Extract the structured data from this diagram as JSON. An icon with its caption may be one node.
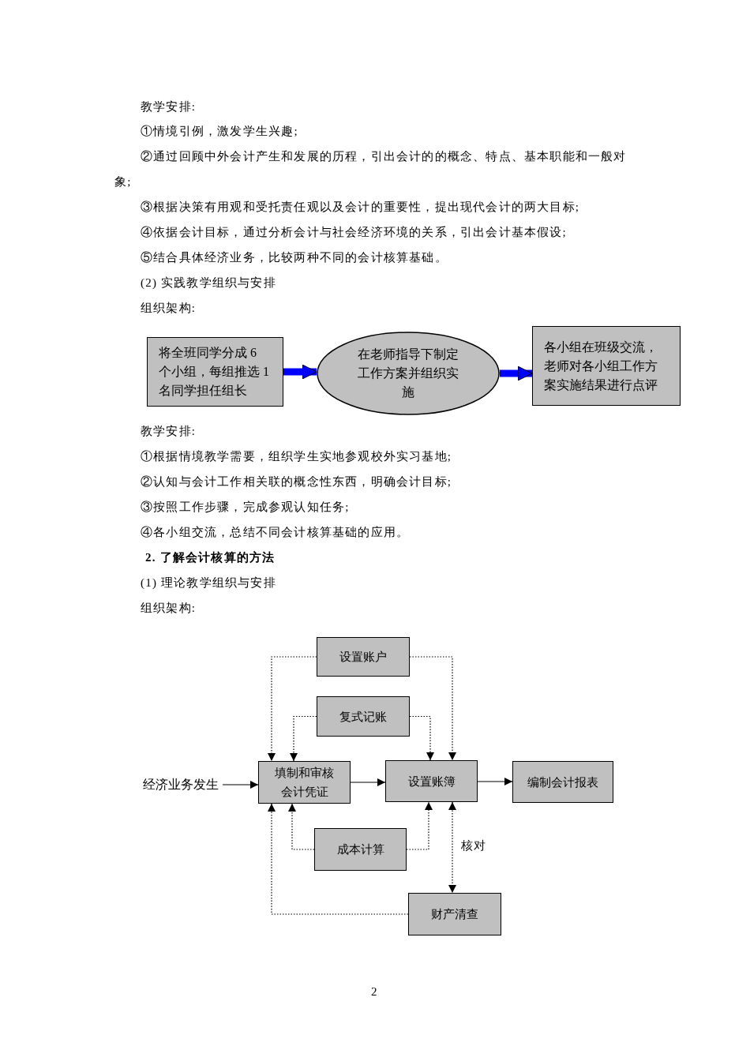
{
  "diagram": {
    "nodes": [
      {
        "text": [
          "将全班同学分成 6 个小组，每组推选 1 名同学担任组长"
        ]
      },
      {
        "text": [
          "在老师指导下制定工作方案并组织实施"
        ]
      },
      {
        "text": [
          "各小组在班级交流，老师对各小组工作方案实施结果进行点评"
        ]
      },
      {
        "text": [
          "经济业务发生"
        ]
      },
      {
        "text": [
          "填制和审核会计凭证"
        ]
      },
      {
        "text": [
          "设置账户"
        ]
      },
      {
        "text": [
          "复式记账"
        ]
      },
      {
        "text": [
          "设置账簿"
        ]
      },
      {
        "text": [
          "编制会计报表"
        ]
      },
      {
        "text": [
          "成本计算"
        ]
      },
      {
        "text": [
          "财产清查"
        ]
      }
    ],
    "edges": [
      {
        "from": 0,
        "to": 1,
        "arrow": "to",
        "style": "thick",
        "color": "#0000ff"
      },
      {
        "from": 1,
        "to": 2,
        "arrow": "to",
        "style": "thick",
        "color": "#0000ff"
      },
      {
        "from": 3,
        "to": 4,
        "arrow": "to"
      },
      {
        "from": 4,
        "to": 7,
        "arrow": "to"
      },
      {
        "from": 7,
        "to": 8,
        "arrow": "to"
      },
      {
        "from": 5,
        "to": 4,
        "arrow": "to",
        "style": "dashed"
      },
      {
        "from": 5,
        "to": 7,
        "arrow": "to",
        "style": "dashed"
      },
      {
        "from": 6,
        "to": 4,
        "arrow": "to",
        "style": "dashed"
      },
      {
        "from": 6,
        "to": 7,
        "arrow": "to",
        "style": "dashed"
      },
      {
        "from": 9,
        "to": 4,
        "arrow": "to",
        "style": "dashed"
      },
      {
        "from": 9,
        "to": 7,
        "arrow": "to",
        "style": "dashed"
      },
      {
        "from": 10,
        "to": 4,
        "arrow": "to",
        "style": "dashed"
      },
      {
        "from": 7,
        "to": 10,
        "arrow": "both",
        "style": "dashed",
        "label": "核对"
      }
    ],
    "labels": [
      "教学安排:",
      "①情境引例，激发学生兴趣;",
      "②通过回顾中外会计产生和发展的历程，引出会计的的概念、特点、基本职能和一般对象;",
      "③根据决策有用观和受托责任观以及会计的重要性，提出现代会计的两大目标;",
      "④依据会计目标，通过分析会计与社会经济环境的关系，引出会计基本假设;",
      "⑤结合具体经济业务，比较两种不同的会计核算基础。",
      "(2) 实践教学组织与安排",
      "组织架构:",
      "教学安排:",
      "①根据情境教学需要，组织学生实地参观校外实习基地;",
      "②认知与会计工作相关联的概念性东西，明确会计目标;",
      "③按照工作步骤，完成参观认知任务;",
      "④各小组交流，总结不同会计核算基础的应用。",
      "2. 了解会计核算的方法",
      "(1) 理论教学组织与安排",
      "组织架构:",
      "2"
    ]
  }
}
